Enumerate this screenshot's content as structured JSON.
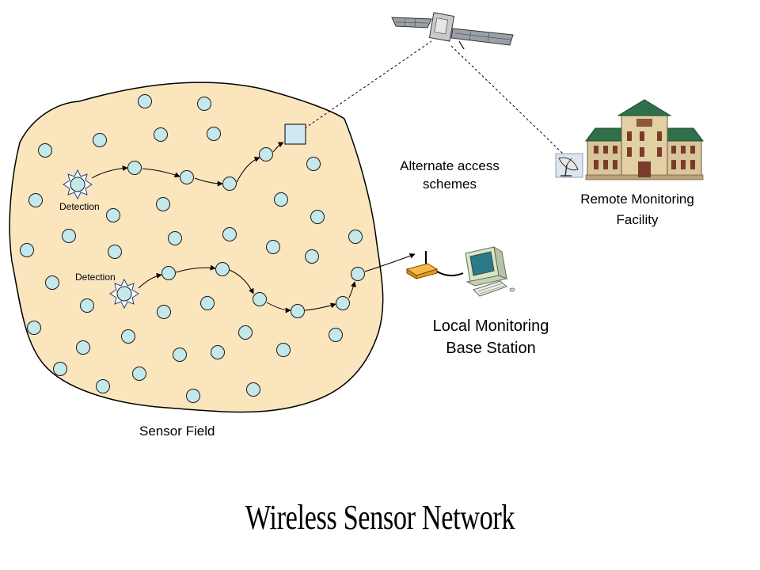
{
  "title": "Wireless Sensor Network",
  "labels": {
    "detection": "Detection",
    "sensor_field": "Sensor Field",
    "alternate_access_line1": "Alternate access",
    "alternate_access_line2": "schemes",
    "remote_line1": "Remote Monitoring",
    "remote_line2": "Facility",
    "local_line1": "Local Monitoring",
    "local_line2": "Base Station"
  },
  "colors": {
    "field_fill": "#fbe5bd",
    "node_fill": "#c5e8ea",
    "gateway_fill": "#cfe8ef",
    "router_fill": "#f0a020",
    "building_wall": "#d8c59a",
    "building_roof": "#2f6f4a"
  }
}
